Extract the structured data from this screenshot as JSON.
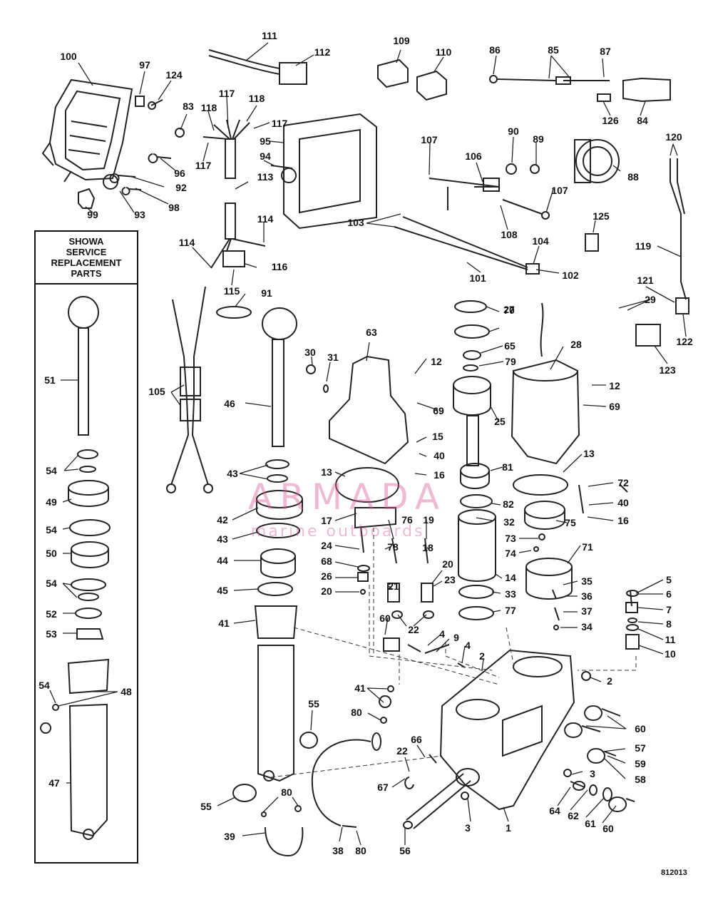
{
  "panel": {
    "title_lines": [
      "SHOWA",
      "SERVICE",
      "REPLACEMENT",
      "PARTS"
    ]
  },
  "watermark": {
    "brand": "ARMADA",
    "tagline": "marine outboards",
    "color": "#d65896"
  },
  "drawing_code": "812013",
  "callouts": [
    "100",
    "97",
    "124",
    "83",
    "96",
    "92",
    "93",
    "98",
    "99",
    "111",
    "112",
    "117",
    "118",
    "118",
    "117",
    "117",
    "95",
    "94",
    "113",
    "114",
    "114",
    "116",
    "115",
    "109",
    "110",
    "86",
    "85",
    "87",
    "84",
    "126",
    "107",
    "106",
    "90",
    "89",
    "88",
    "107",
    "108",
    "103",
    "101",
    "104",
    "102",
    "125",
    "120",
    "119",
    "121",
    "122",
    "29",
    "123",
    "105",
    "91",
    "46",
    "30",
    "31",
    "63",
    "12",
    "69",
    "15",
    "40",
    "16",
    "65",
    "79",
    "25",
    "27",
    "70",
    "28",
    "12",
    "69",
    "81",
    "82",
    "13",
    "72",
    "40",
    "16",
    "75",
    "32",
    "73",
    "74",
    "71",
    "35",
    "36",
    "37",
    "34",
    "5",
    "6",
    "7",
    "8",
    "11",
    "10",
    "43",
    "42",
    "43",
    "44",
    "45",
    "41",
    "13",
    "17",
    "76",
    "19",
    "24",
    "78",
    "68",
    "18",
    "26",
    "20",
    "20",
    "21",
    "23",
    "22",
    "60",
    "4",
    "9",
    "4",
    "2",
    "2",
    "14",
    "33",
    "77",
    "41",
    "80",
    "55",
    "55",
    "80",
    "39",
    "38",
    "80",
    "56",
    "66",
    "22",
    "67",
    "3",
    "1",
    "57",
    "59",
    "58",
    "60",
    "3",
    "64",
    "62",
    "61",
    "60",
    "51",
    "54",
    "49",
    "54",
    "50",
    "54",
    "52",
    "53",
    "54",
    "48",
    "47"
  ]
}
